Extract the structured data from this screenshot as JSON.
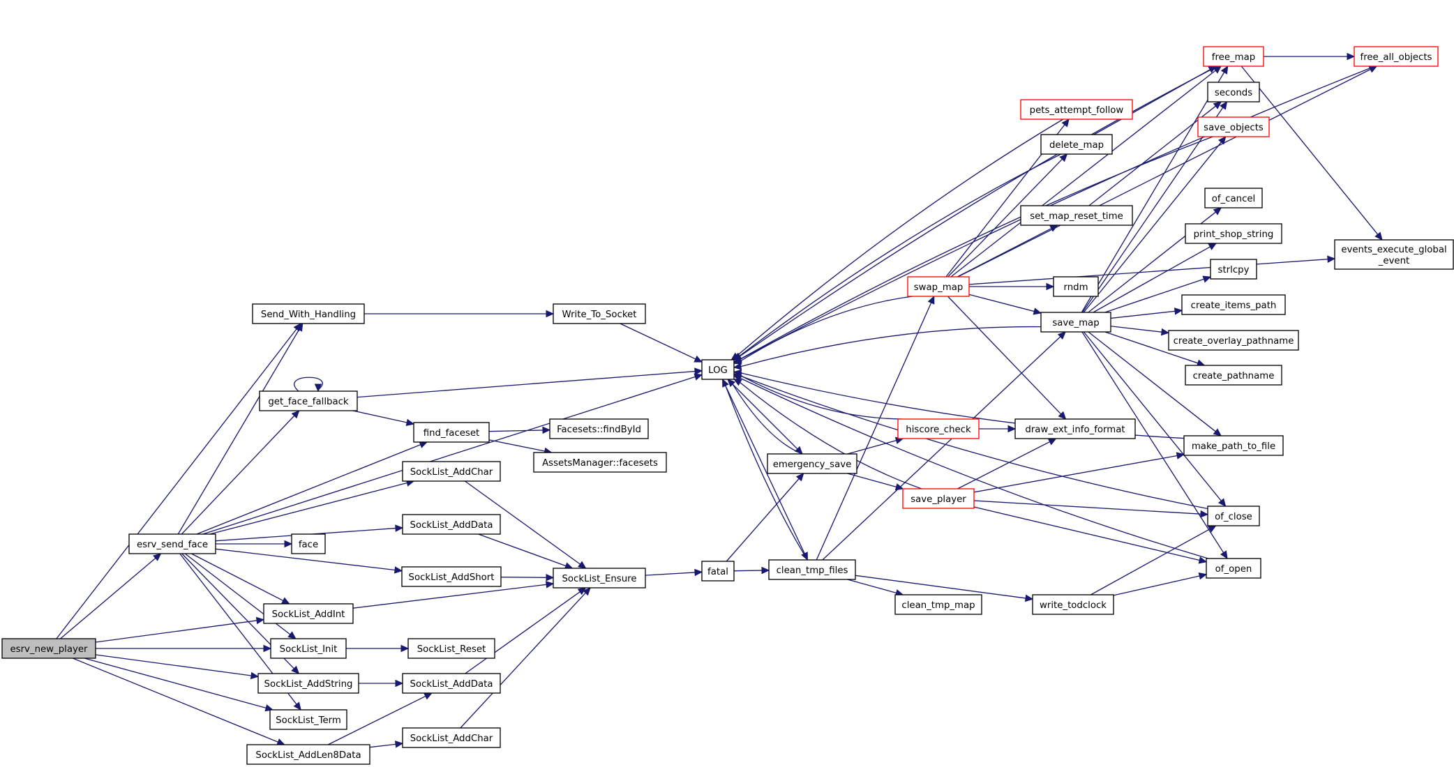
{
  "nodes": [
    {
      "id": "esrv_new_player",
      "label": "esrv_new_player",
      "style": "root"
    },
    {
      "id": "Send_With_Handling",
      "label": "Send_With_Handling",
      "style": "normal"
    },
    {
      "id": "esrv_send_face",
      "label": "esrv_send_face",
      "style": "normal"
    },
    {
      "id": "SockList_AddInt",
      "label": "SockList_AddInt",
      "style": "normal"
    },
    {
      "id": "SockList_Init",
      "label": "SockList_Init",
      "style": "normal"
    },
    {
      "id": "SockList_AddString",
      "label": "SockList_AddString",
      "style": "normal"
    },
    {
      "id": "SockList_Term",
      "label": "SockList_Term",
      "style": "normal"
    },
    {
      "id": "SockList_AddLen8Data",
      "label": "SockList_AddLen8Data",
      "style": "normal"
    },
    {
      "id": "get_face_fallback",
      "label": "get_face_fallback",
      "style": "normal"
    },
    {
      "id": "find_faceset",
      "label": "find_faceset",
      "style": "normal"
    },
    {
      "id": "SockList_AddChar_1",
      "label": "SockList_AddChar",
      "style": "normal"
    },
    {
      "id": "SockList_AddData_1",
      "label": "SockList_AddData",
      "style": "normal"
    },
    {
      "id": "SockList_AddShort",
      "label": "SockList_AddShort",
      "style": "normal"
    },
    {
      "id": "face",
      "label": "face",
      "style": "normal"
    },
    {
      "id": "SockList_Reset",
      "label": "SockList_Reset",
      "style": "normal"
    },
    {
      "id": "SockList_AddData_2",
      "label": "SockList_AddData",
      "style": "normal"
    },
    {
      "id": "SockList_AddChar_2",
      "label": "SockList_AddChar",
      "style": "normal"
    },
    {
      "id": "Write_To_Socket",
      "label": "Write_To_Socket",
      "style": "normal"
    },
    {
      "id": "LOG",
      "label": "LOG",
      "style": "normal"
    },
    {
      "id": "Facesets_findById",
      "label": "Facesets::findById",
      "style": "normal"
    },
    {
      "id": "AssetsManager_facesets",
      "label": "AssetsManager::facesets",
      "style": "normal"
    },
    {
      "id": "SockList_Ensure",
      "label": "SockList_Ensure",
      "style": "normal"
    },
    {
      "id": "fatal",
      "label": "fatal",
      "style": "normal"
    },
    {
      "id": "emergency_save",
      "label": "emergency_save",
      "style": "normal"
    },
    {
      "id": "clean_tmp_files",
      "label": "clean_tmp_files",
      "style": "normal"
    },
    {
      "id": "pets_attempt_follow",
      "label": "pets_attempt_follow",
      "style": "red"
    },
    {
      "id": "delete_map",
      "label": "delete_map",
      "style": "normal"
    },
    {
      "id": "set_map_reset_time",
      "label": "set_map_reset_time",
      "style": "normal"
    },
    {
      "id": "swap_map",
      "label": "swap_map",
      "style": "red"
    },
    {
      "id": "rndm",
      "label": "rndm",
      "style": "normal"
    },
    {
      "id": "save_map",
      "label": "save_map",
      "style": "normal"
    },
    {
      "id": "hiscore_check",
      "label": "hiscore_check",
      "style": "red"
    },
    {
      "id": "draw_ext_info_format",
      "label": "draw_ext_info_format",
      "style": "normal"
    },
    {
      "id": "save_player",
      "label": "save_player",
      "style": "red"
    },
    {
      "id": "clean_tmp_map",
      "label": "clean_tmp_map",
      "style": "normal"
    },
    {
      "id": "write_todclock",
      "label": "write_todclock",
      "style": "normal"
    },
    {
      "id": "free_map",
      "label": "free_map",
      "style": "red"
    },
    {
      "id": "seconds",
      "label": "seconds",
      "style": "normal"
    },
    {
      "id": "save_objects",
      "label": "save_objects",
      "style": "red"
    },
    {
      "id": "of_cancel",
      "label": "of_cancel",
      "style": "normal"
    },
    {
      "id": "print_shop_string",
      "label": "print_shop_string",
      "style": "normal"
    },
    {
      "id": "strlcpy",
      "label": "strlcpy",
      "style": "normal"
    },
    {
      "id": "create_items_path",
      "label": "create_items_path",
      "style": "normal"
    },
    {
      "id": "create_overlay_pathname",
      "label": "create_overlay_pathname",
      "style": "normal"
    },
    {
      "id": "create_pathname",
      "label": "create_pathname",
      "style": "normal"
    },
    {
      "id": "make_path_to_file",
      "label": "make_path_to_file",
      "style": "normal"
    },
    {
      "id": "of_close",
      "label": "of_close",
      "style": "normal"
    },
    {
      "id": "of_open",
      "label": "of_open",
      "style": "normal"
    },
    {
      "id": "free_all_objects",
      "label": "free_all_objects",
      "style": "red"
    },
    {
      "id": "events_execute_global_event",
      "label": "events_execute_global\n_event",
      "style": "normal"
    }
  ],
  "edges": [
    [
      "esrv_new_player",
      "Send_With_Handling"
    ],
    [
      "esrv_new_player",
      "esrv_send_face"
    ],
    [
      "esrv_new_player",
      "SockList_AddInt"
    ],
    [
      "esrv_new_player",
      "SockList_Init"
    ],
    [
      "esrv_new_player",
      "SockList_AddString"
    ],
    [
      "esrv_new_player",
      "SockList_Term"
    ],
    [
      "esrv_new_player",
      "SockList_AddLen8Data"
    ],
    [
      "esrv_send_face",
      "Send_With_Handling"
    ],
    [
      "esrv_send_face",
      "LOG"
    ],
    [
      "esrv_send_face",
      "get_face_fallback"
    ],
    [
      "esrv_send_face",
      "find_faceset"
    ],
    [
      "esrv_send_face",
      "SockList_AddChar_1"
    ],
    [
      "esrv_send_face",
      "SockList_AddData_1"
    ],
    [
      "esrv_send_face",
      "face"
    ],
    [
      "esrv_send_face",
      "SockList_AddShort"
    ],
    [
      "esrv_send_face",
      "SockList_AddInt"
    ],
    [
      "esrv_send_face",
      "SockList_Init"
    ],
    [
      "esrv_send_face",
      "SockList_AddString"
    ],
    [
      "esrv_send_face",
      "SockList_Term"
    ],
    [
      "Send_With_Handling",
      "Write_To_Socket"
    ],
    [
      "Write_To_Socket",
      "LOG"
    ],
    [
      "get_face_fallback",
      "get_face_fallback"
    ],
    [
      "get_face_fallback",
      "LOG"
    ],
    [
      "get_face_fallback",
      "find_faceset"
    ],
    [
      "find_faceset",
      "Facesets_findById"
    ],
    [
      "find_faceset",
      "AssetsManager_facesets"
    ],
    [
      "SockList_AddChar_1",
      "SockList_Ensure"
    ],
    [
      "SockList_AddData_1",
      "SockList_Ensure"
    ],
    [
      "SockList_AddShort",
      "SockList_Ensure"
    ],
    [
      "SockList_AddInt",
      "SockList_Ensure"
    ],
    [
      "SockList_Init",
      "SockList_Reset"
    ],
    [
      "SockList_AddString",
      "SockList_AddData_2"
    ],
    [
      "SockList_AddLen8Data",
      "SockList_AddData_2"
    ],
    [
      "SockList_AddLen8Data",
      "SockList_AddChar_2"
    ],
    [
      "SockList_AddData_2",
      "SockList_Ensure"
    ],
    [
      "SockList_AddChar_2",
      "SockList_Ensure"
    ],
    [
      "SockList_Ensure",
      "fatal"
    ],
    [
      "fatal",
      "emergency_save"
    ],
    [
      "fatal",
      "clean_tmp_files"
    ],
    [
      "emergency_save",
      "LOG"
    ],
    [
      "emergency_save",
      "hiscore_check"
    ],
    [
      "emergency_save",
      "save_player"
    ],
    [
      "clean_tmp_files",
      "LOG"
    ],
    [
      "clean_tmp_files",
      "swap_map"
    ],
    [
      "clean_tmp_files",
      "save_map"
    ],
    [
      "clean_tmp_files",
      "clean_tmp_map"
    ],
    [
      "clean_tmp_files",
      "write_todclock"
    ],
    [
      "LOG",
      "emergency_save"
    ],
    [
      "LOG",
      "clean_tmp_files"
    ],
    [
      "swap_map",
      "LOG"
    ],
    [
      "swap_map",
      "pets_attempt_follow"
    ],
    [
      "swap_map",
      "delete_map"
    ],
    [
      "swap_map",
      "set_map_reset_time"
    ],
    [
      "swap_map",
      "rndm"
    ],
    [
      "swap_map",
      "save_map"
    ],
    [
      "swap_map",
      "draw_ext_info_format"
    ],
    [
      "swap_map",
      "free_map"
    ],
    [
      "swap_map",
      "free_all_objects"
    ],
    [
      "swap_map",
      "events_execute_global_event"
    ],
    [
      "pets_attempt_follow",
      "LOG"
    ],
    [
      "delete_map",
      "LOG"
    ],
    [
      "delete_map",
      "free_map"
    ],
    [
      "set_map_reset_time",
      "seconds"
    ],
    [
      "save_map",
      "LOG"
    ],
    [
      "save_map",
      "free_map"
    ],
    [
      "save_map",
      "seconds"
    ],
    [
      "save_map",
      "save_objects"
    ],
    [
      "save_map",
      "of_cancel"
    ],
    [
      "save_map",
      "print_shop_string"
    ],
    [
      "save_map",
      "strlcpy"
    ],
    [
      "save_map",
      "create_items_path"
    ],
    [
      "save_map",
      "create_overlay_pathname"
    ],
    [
      "save_map",
      "create_pathname"
    ],
    [
      "save_map",
      "make_path_to_file"
    ],
    [
      "save_map",
      "of_close"
    ],
    [
      "save_map",
      "of_open"
    ],
    [
      "hiscore_check",
      "LOG"
    ],
    [
      "hiscore_check",
      "draw_ext_info_format"
    ],
    [
      "save_player",
      "LOG"
    ],
    [
      "save_player",
      "draw_ext_info_format"
    ],
    [
      "save_player",
      "make_path_to_file"
    ],
    [
      "save_player",
      "of_close"
    ],
    [
      "save_player",
      "of_open"
    ],
    [
      "write_todclock",
      "of_close"
    ],
    [
      "write_todclock",
      "of_open"
    ],
    [
      "make_path_to_file",
      "LOG"
    ],
    [
      "of_close",
      "LOG"
    ],
    [
      "of_open",
      "LOG"
    ],
    [
      "free_map",
      "LOG"
    ],
    [
      "free_map",
      "free_all_objects"
    ],
    [
      "free_map",
      "events_execute_global_event"
    ],
    [
      "save_objects",
      "LOG"
    ],
    [
      "free_all_objects",
      "LOG"
    ]
  ]
}
